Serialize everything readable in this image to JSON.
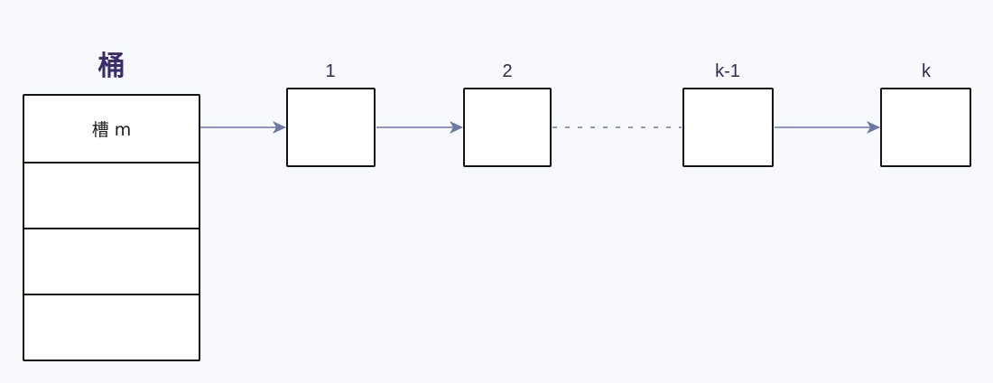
{
  "diagram": {
    "title": "桶",
    "bucket": {
      "slots": [
        {
          "label": "槽 m"
        },
        {
          "label": ""
        },
        {
          "label": ""
        },
        {
          "label": ""
        }
      ]
    },
    "nodes": [
      {
        "label": "1"
      },
      {
        "label": "2"
      },
      {
        "label": "k-1"
      },
      {
        "label": "k"
      }
    ],
    "edges": [
      {
        "from": "槽 m",
        "to": "1",
        "style": "solid-arrow"
      },
      {
        "from": "1",
        "to": "2",
        "style": "solid-arrow"
      },
      {
        "from": "2",
        "to": "k-1",
        "style": "dashed"
      },
      {
        "from": "k-1",
        "to": "k",
        "style": "solid-arrow"
      }
    ],
    "colors": {
      "background": "#f8f9fd",
      "border": "#141414",
      "arrow": "#6a79a6",
      "title": "#3b2c6e",
      "node_label": "#2a2a55"
    }
  }
}
